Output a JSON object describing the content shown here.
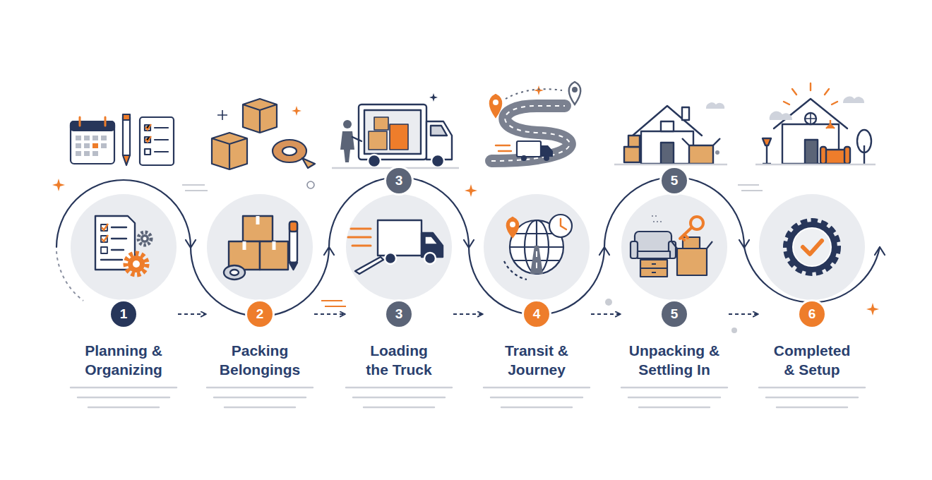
{
  "diagram": {
    "nodes": [
      {
        "text": [
          "1",
          "Planning & Organizing"
        ]
      },
      {
        "text": [
          "2",
          "Packing Belongings"
        ]
      },
      {
        "text": [
          "3",
          "Loading the Truck"
        ]
      },
      {
        "text": [
          "4",
          "Transit & Journey"
        ]
      },
      {
        "text": [
          "5",
          "Unpacking & Settling In"
        ]
      },
      {
        "text": [
          "6",
          "Completed & Setup"
        ]
      }
    ],
    "edges": [
      {
        "from": 0,
        "to": 1,
        "arrow": "to"
      },
      {
        "from": 1,
        "to": 2,
        "arrow": "to"
      },
      {
        "from": 2,
        "to": 3,
        "arrow": "to"
      },
      {
        "from": 3,
        "to": 4,
        "arrow": "to"
      },
      {
        "from": 4,
        "to": 5,
        "arrow": "to"
      }
    ],
    "labels": [
      "3",
      "5"
    ]
  }
}
